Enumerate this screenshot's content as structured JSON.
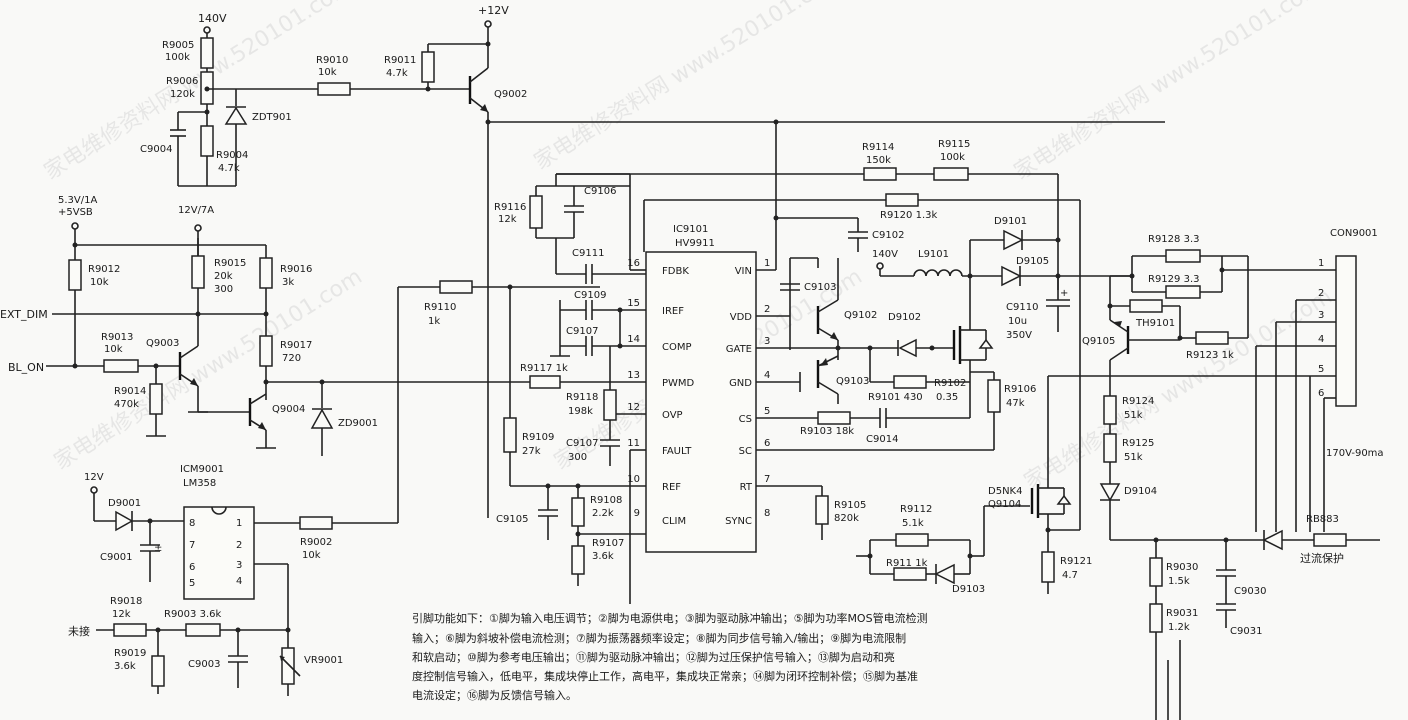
{
  "power": {
    "v140_top": "140V",
    "v12_top": "+12V",
    "v53_line1": "5.3V/1A",
    "v53_line2": "+5VSB",
    "v12_7a": "12V/7A",
    "v12_left": "12V",
    "v140_right": "140V"
  },
  "signals": {
    "ext_dim": "EXT_DIM",
    "bl_on": "BL_ON",
    "unconnected": "未接",
    "over_current": "过流保护",
    "output_rating": "170V-90ma"
  },
  "resistors": {
    "r9005": [
      "R9005",
      "100k"
    ],
    "r9006": [
      "R9006",
      "120k"
    ],
    "r9004": [
      "R9004",
      "4.7k"
    ],
    "r9010": [
      "R9010",
      "10k"
    ],
    "r9011": [
      "R9011",
      "4.7k"
    ],
    "r9012": [
      "R9012",
      "10k"
    ],
    "r9015": [
      "R9015",
      "20k",
      "300"
    ],
    "r9016": [
      "R9016",
      "3k"
    ],
    "r9017": [
      "R9017",
      "720"
    ],
    "r9013": [
      "R9013",
      "10k"
    ],
    "r9014": [
      "R9014",
      "470k"
    ],
    "r9110": [
      "R9110",
      "1k"
    ],
    "r9116": [
      "R9116",
      "12k"
    ],
    "r9114": [
      "R9114",
      "150k"
    ],
    "r9115": [
      "R9115",
      "100k"
    ],
    "r9120": "R9120 1.3k",
    "r9117": "R9117 1k",
    "r9118": [
      "R9118",
      "198k"
    ],
    "r9109": [
      "R9109",
      "27k"
    ],
    "r9108": [
      "R9108",
      "2.2k"
    ],
    "r9107": [
      "R9107",
      "3.6k"
    ],
    "r9002": [
      "R9002",
      "10k"
    ],
    "r9018": [
      "R9018",
      "12k"
    ],
    "r9019": [
      "R9019",
      "3.6k"
    ],
    "r9003": "R9003 3.6k",
    "r9103": "R9103 18k",
    "r9101": "R9101 430",
    "r9102": [
      "R9102",
      "0.35"
    ],
    "r9106": [
      "R9106",
      "47k"
    ],
    "r9105": [
      "R9105",
      "820k"
    ],
    "r9112": [
      "R9112",
      "5.1k"
    ],
    "r911": "R911 1k",
    "r9121": [
      "R9121",
      "4.7"
    ],
    "r9128": "R9128 3.3",
    "r9129": "R9129 3.3",
    "r9123": "R9123 1k",
    "r9124": [
      "R9124",
      "51k"
    ],
    "r9125": [
      "R9125",
      "51k"
    ],
    "r9030": [
      "R9030",
      "1.5k"
    ],
    "r9031": [
      "R9031",
      "1.2k"
    ]
  },
  "capacitors": {
    "c9004": "C9004",
    "c9106": "C9106",
    "c9111": "C9111",
    "c9109": "C9109",
    "c9107a": "C9107",
    "c9107b": [
      "C9107",
      "300"
    ],
    "c9105": "C9105",
    "c9102": "C9102",
    "c9103": "C9103",
    "c9014": "C9014",
    "c9110": [
      "C9110",
      "10u",
      "350V"
    ],
    "c9001": "C9001",
    "c9003": "C9003",
    "c9030": "C9030",
    "c9031": "C9031"
  },
  "semis": {
    "zdt901": "ZDT901",
    "q9002": "Q9002",
    "q9003": "Q9003",
    "q9004": "Q9004",
    "zd9001": "ZD9001",
    "d9001": "D9001",
    "ic9001": [
      "ICM9001",
      "LM358"
    ],
    "vr9001": "VR9001",
    "q9102": "Q9102",
    "q9103": "Q9103",
    "d9102": "D9102",
    "d9101": "D9101",
    "d9105": "D9105",
    "l9101": "L9101",
    "q9104": [
      "D5NK4",
      "Q9104"
    ],
    "d9103": "D9103",
    "th9101": "TH9101",
    "q9105": "Q9105",
    "d9104": "D9104",
    "rb883": "RB883",
    "con9001": "CON9001"
  },
  "ic9101": {
    "name": [
      "IC9101",
      "HV9911"
    ],
    "left_pins": [
      {
        "num": "16",
        "name": "FDBK"
      },
      {
        "num": "15",
        "name": "IREF"
      },
      {
        "num": "14",
        "name": "COMP"
      },
      {
        "num": "13",
        "name": "PWMD"
      },
      {
        "num": "12",
        "name": "OVP"
      },
      {
        "num": "11",
        "name": "FAULT"
      },
      {
        "num": "10",
        "name": "REF"
      },
      {
        "num": "9",
        "name": "CLIM"
      }
    ],
    "right_pins": [
      {
        "num": "1",
        "name": "VIN"
      },
      {
        "num": "2",
        "name": "VDD"
      },
      {
        "num": "3",
        "name": "GATE"
      },
      {
        "num": "4",
        "name": "GND"
      },
      {
        "num": "5",
        "name": "CS"
      },
      {
        "num": "6",
        "name": "SC"
      },
      {
        "num": "7",
        "name": "RT"
      },
      {
        "num": "8",
        "name": "SYNC"
      }
    ]
  },
  "ic9001_pins": {
    "left": [
      "8",
      "7",
      "6",
      "5"
    ],
    "right": [
      "1",
      "2",
      "3",
      "4"
    ]
  },
  "connector_pins": [
    "1",
    "2",
    "3",
    "4",
    "5",
    "6"
  ],
  "notes": [
    "引脚功能如下：①脚为输入电压调节；②脚为电源供电；③脚为驱动脉冲输出；⑤脚为功率MOS管电流检测",
    "输入；⑥脚为斜坡补偿电流检测；⑦脚为振荡器频率设定；⑧脚为同步信号输入/输出；⑨脚为电流限制",
    "和软启动；⑩脚为参考电压输出；⑪脚为驱动脉冲输出；⑫脚为过压保护信号输入；⑬脚为启动和亮",
    "度控制信号输入，低电平，集成块停止工作，高电平，集成块正常亲；⑭脚为闭环控制补偿；⑮脚为基准",
    "电流设定；⑯脚为反馈信号输入。"
  ],
  "watermark": "家电维修资料网 www.520101.com"
}
